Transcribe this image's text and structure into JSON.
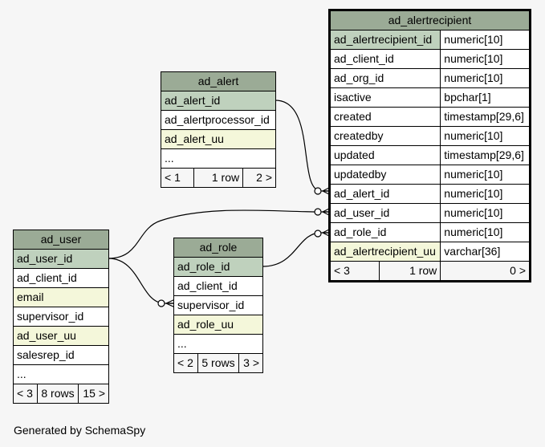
{
  "tables": {
    "ad_alertrecipient": {
      "name": "ad_alertrecipient",
      "columns": [
        {
          "name": "ad_alertrecipient_id",
          "type": "numeric[10]"
        },
        {
          "name": "ad_client_id",
          "type": "numeric[10]"
        },
        {
          "name": "ad_org_id",
          "type": "numeric[10]"
        },
        {
          "name": "isactive",
          "type": "bpchar[1]"
        },
        {
          "name": "created",
          "type": "timestamp[29,6]"
        },
        {
          "name": "createdby",
          "type": "numeric[10]"
        },
        {
          "name": "updated",
          "type": "timestamp[29,6]"
        },
        {
          "name": "updatedby",
          "type": "numeric[10]"
        },
        {
          "name": "ad_alert_id",
          "type": "numeric[10]"
        },
        {
          "name": "ad_user_id",
          "type": "numeric[10]"
        },
        {
          "name": "ad_role_id",
          "type": "numeric[10]"
        },
        {
          "name": "ad_alertrecipient_uu",
          "type": "varchar[36]"
        }
      ],
      "footer": {
        "parents": "< 3",
        "rows": "1 row",
        "children": "0 >"
      }
    },
    "ad_alert": {
      "name": "ad_alert",
      "columns": [
        "ad_alert_id",
        "ad_alertprocessor_id",
        "ad_alert_uu",
        "..."
      ],
      "footer": {
        "parents": "< 1",
        "rows": "1 row",
        "children": "2 >"
      }
    },
    "ad_user": {
      "name": "ad_user",
      "columns": [
        "ad_user_id",
        "ad_client_id",
        "email",
        "supervisor_id",
        "ad_user_uu",
        "salesrep_id",
        "..."
      ],
      "footer": {
        "parents": "< 3",
        "rows": "8 rows",
        "children": "15 >"
      }
    },
    "ad_role": {
      "name": "ad_role",
      "columns": [
        "ad_role_id",
        "ad_client_id",
        "supervisor_id",
        "ad_role_uu",
        "..."
      ],
      "footer": {
        "parents": "< 2",
        "rows": "5 rows",
        "children": "3 >"
      }
    }
  },
  "credit": "Generated by SchemaSpy",
  "colors": {
    "header": "#9bab96",
    "primary_key": "#bfd1bd",
    "indexed": "#f4f7da",
    "background": "#f6f6f6"
  }
}
